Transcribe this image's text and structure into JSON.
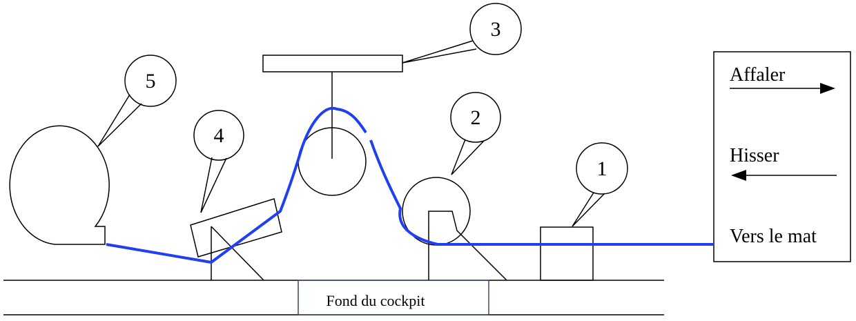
{
  "diagram": {
    "callouts": [
      {
        "id": "1",
        "label": "1"
      },
      {
        "id": "2",
        "label": "2"
      },
      {
        "id": "3",
        "label": "3"
      },
      {
        "id": "4",
        "label": "4"
      },
      {
        "id": "5",
        "label": "5"
      }
    ],
    "base_label": "Fond du cockpit",
    "legend": {
      "lower": "Affaler",
      "hoist": "Hisser",
      "to_mast": "Vers le mat"
    },
    "colors": {
      "line": "#1f3ff0",
      "stroke": "#000000",
      "base_box": "#3a4a66"
    }
  }
}
